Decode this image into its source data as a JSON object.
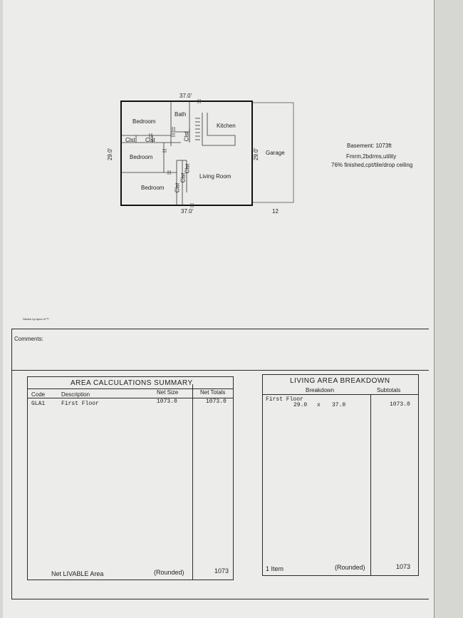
{
  "sketch": {
    "dim_top": "37.0'",
    "dim_bottom": "37.0'",
    "dim_left": "29.0'",
    "dim_garage_side": "29.0'",
    "dim_garage_bottom": "12",
    "rooms": {
      "bedroom_top": "Bedroom",
      "bath": "Bath",
      "kitchen": "Kitchen",
      "clst_a": "Clst",
      "clst_b": "Clst",
      "clst_vertical": "Clst",
      "bedroom_mid": "Bedroom",
      "bedroom_bottom": "Bedroom",
      "clst_bottom_a": "Clst",
      "clst_bottom_b": "Clst",
      "clst_bottom_c": "Clst",
      "living_room": "Living Room",
      "garage": "Garage"
    },
    "notes": {
      "line1": "Basement: 1073ft",
      "line2": "Fmrm,2bdrms,utility",
      "line3": "76% finished,cpt/tile/drop ceiling"
    },
    "credit": "Sketch by Apex IV™"
  },
  "comments_label": "Comments:",
  "area_summary": {
    "title": "AREA CALCULATIONS SUMMARY",
    "headers": {
      "code": "Code",
      "description": "Description",
      "net_size": "Net Size",
      "net_totals": "Net Totals"
    },
    "row": {
      "code": "GLA1",
      "description": "First Floor",
      "net_size": "1073.0",
      "net_total": "1073.0"
    },
    "footer": {
      "label": "Net LIVABLE Area",
      "rounded": "(Rounded)",
      "total": "1073"
    }
  },
  "living_breakdown": {
    "title": "LIVING AREA BREAKDOWN",
    "headers": {
      "breakdown": "Breakdown",
      "subtotals": "Subtotals"
    },
    "row": {
      "label": "First Floor",
      "dim_a": "29.0",
      "times": "x",
      "dim_b": "37.0",
      "subtotal": "1073.0"
    },
    "footer": {
      "count": "1 Item",
      "rounded": "(Rounded)",
      "total": "1073"
    }
  }
}
